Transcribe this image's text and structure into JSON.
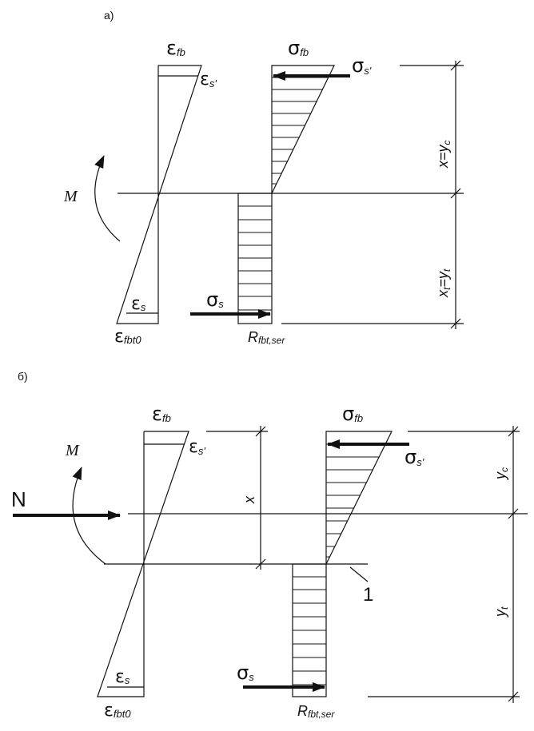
{
  "part_a": {
    "label": "а)",
    "eps_fb": {
      "main": "ε",
      "sub": "fb"
    },
    "eps_s_prime": {
      "main": "ε",
      "sub": "s'"
    },
    "eps_s": {
      "main": "ε",
      "sub": "s"
    },
    "eps_fbt0": {
      "main": "ε",
      "sub": "fbt0"
    },
    "sigma_fb": {
      "main": "σ",
      "sub": "fb"
    },
    "sigma_s_prime": {
      "main": "σ",
      "sub": "s'"
    },
    "sigma_s": {
      "main": "σ",
      "sub": "s"
    },
    "r_fbt_ser": {
      "main": "R",
      "sub": "fbt,ser"
    },
    "moment": "M",
    "dim_top": "x=y",
    "dim_top_sub": "c",
    "dim_bottom": "x",
    "dim_bottom_sub1": "t",
    "dim_bottom_mid": "=y",
    "dim_bottom_sub2": "t"
  },
  "part_b": {
    "label": "б)",
    "eps_fb": {
      "main": "ε",
      "sub": "fb"
    },
    "eps_s_prime": {
      "main": "ε",
      "sub": "s'"
    },
    "eps_s": {
      "main": "ε",
      "sub": "s"
    },
    "eps_fbt0": {
      "main": "ε",
      "sub": "fbt0"
    },
    "sigma_fb": {
      "main": "σ",
      "sub": "fb"
    },
    "sigma_s_prime": {
      "main": "σ",
      "sub": "s'"
    },
    "sigma_s": {
      "main": "σ",
      "sub": "s"
    },
    "r_fbt_ser": {
      "main": "R",
      "sub": "fbt,ser"
    },
    "moment": "M",
    "force": "N",
    "dim_x": "x",
    "dim_yc": "y",
    "dim_yc_sub": "c",
    "dim_yt": "y",
    "dim_yt_sub": "t",
    "callout": "1"
  }
}
